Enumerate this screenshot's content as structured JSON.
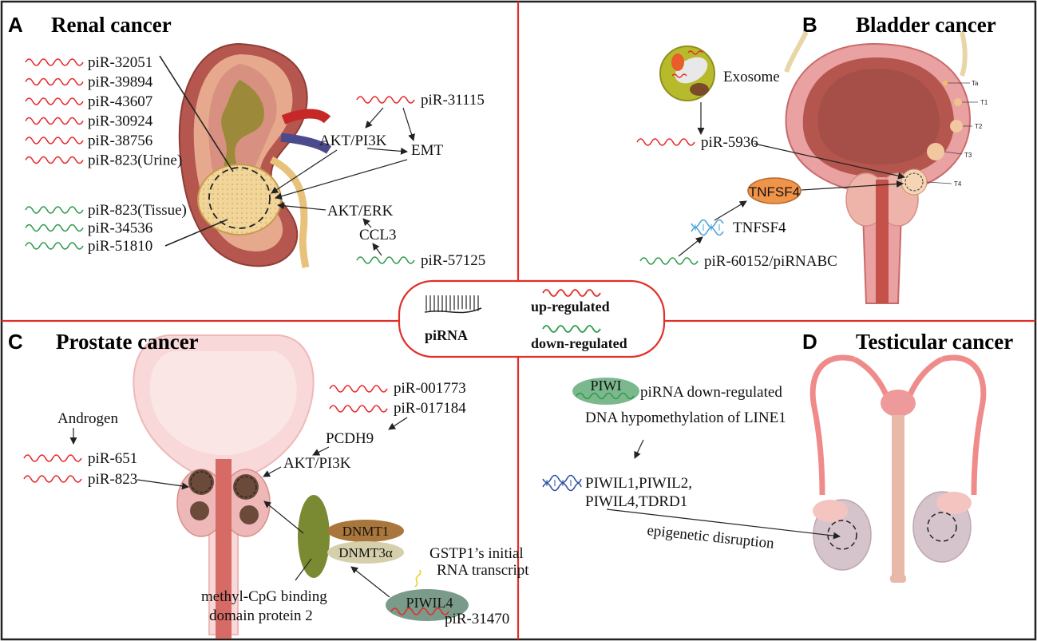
{
  "panels": {
    "a": {
      "letter": "A",
      "title": "Renal cancer"
    },
    "b": {
      "letter": "B",
      "title": "Bladder cancer"
    },
    "c": {
      "letter": "C",
      "title": "Prostate cancer"
    },
    "d": {
      "letter": "D",
      "title": "Testicular cancer"
    }
  },
  "renal": {
    "up": [
      "piR-32051",
      "piR-39894",
      "piR-43607",
      "piR-30924",
      "piR-38756",
      "piR-823(Urine)"
    ],
    "down": [
      "piR-823(Tissue)",
      "piR-34536",
      "piR-51810"
    ],
    "pir31115": "piR-31115",
    "akt_pi3k": "AKT/PI3K",
    "emt": "EMT",
    "akt_erk": "AKT/ERK",
    "ccl3": "CCL3",
    "pir57125": "piR-57125"
  },
  "bladder": {
    "exosome": "Exosome",
    "pir5936": "piR-5936",
    "tnfsf4_protein": "TNFSF4",
    "tnfsf4_gene": "TNFSF4",
    "pir60152": "piR-60152/piRNABC",
    "stages": [
      "Ta",
      "T1",
      "T2",
      "T3",
      "T4"
    ]
  },
  "legend": {
    "pirna": "piRNA",
    "up": "up-regulated",
    "down": "down-regulated"
  },
  "prostate": {
    "androgen": "Androgen",
    "pir651": "piR-651",
    "pir823": "piR-823",
    "pir001773": "piR-001773",
    "pir017184": "piR-017184",
    "pcdh9": "PCDH9",
    "akt_pi3k": "AKT/PI3K",
    "dnmt1": "DNMT1",
    "dnmt3a": "DNMT3α",
    "gstp1_line1": "GSTP1’s initial",
    "gstp1_line2": "RNA transcript",
    "mecp2_line1": "methyl-CpG binding",
    "mecp2_line2": "domain protein 2",
    "piwil4": "PIWIL4",
    "pir31470": "piR-31470"
  },
  "testicular": {
    "piwi": "PIWI",
    "pirna_down": "piRNA down-regulated",
    "hypomethylation": "DNA hypomethylation of LINE1",
    "genes_line1": "PIWIL1,PIWIL2,",
    "genes_line2": "PIWIL4,TDRD1",
    "epigenetic": "epigenetic disruption"
  },
  "colors": {
    "border": "#222222",
    "divider": "#e0302a",
    "up": "#e42a2a",
    "down": "#2f9a4c"
  }
}
